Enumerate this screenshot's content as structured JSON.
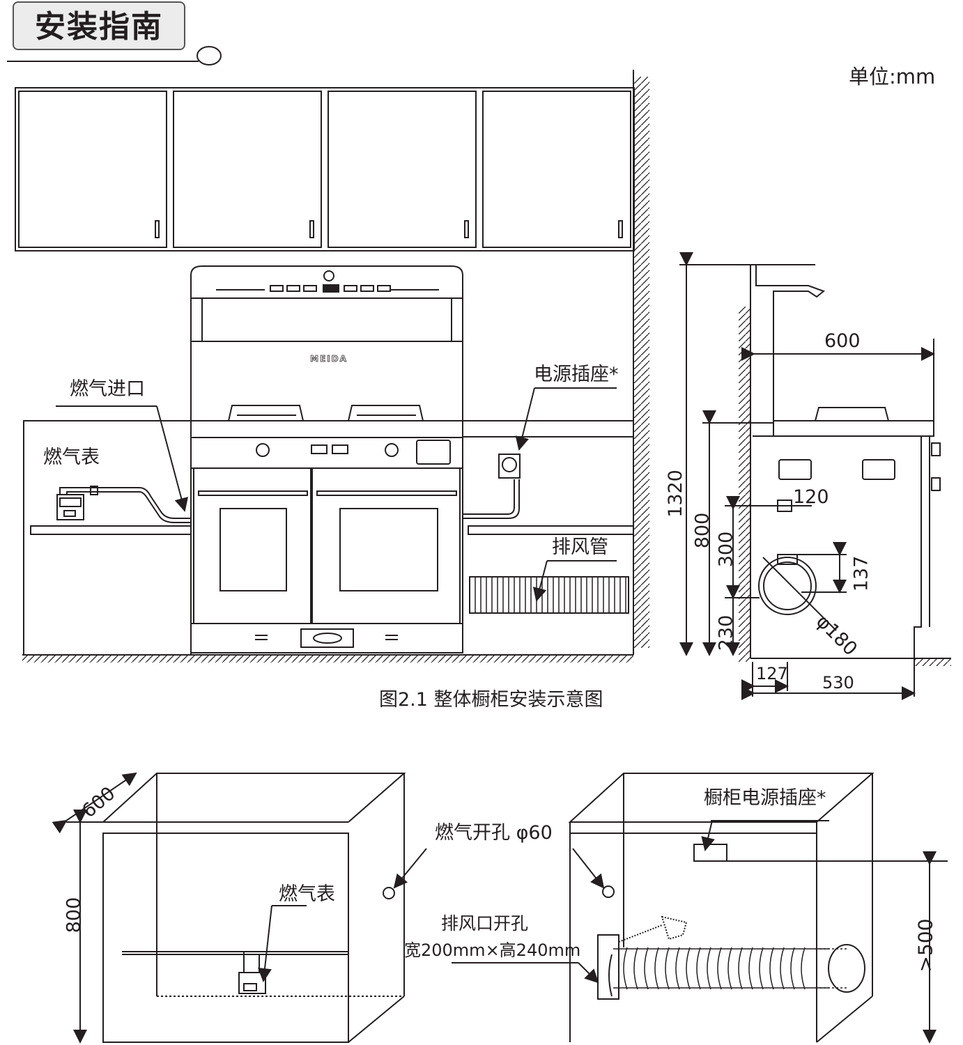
{
  "header": {
    "title": "安装指南",
    "unit": "单位:mm"
  },
  "figure": {
    "caption": "图2.1 整体橱柜安装示意图"
  },
  "front_view": {
    "labels": {
      "gas_inlet": "燃气进口",
      "gas_meter": "燃气表",
      "power_socket": "电源插座*",
      "exhaust_pipe": "排风管",
      "brand": "MEIDA"
    }
  },
  "side_view": {
    "dims": {
      "total_height": "1320",
      "depth": "600",
      "counter_height": "800",
      "socket_size": "120",
      "outlet_height": "300",
      "outlet_offset": "137",
      "duct_diameter": "φ180",
      "base_height": "230",
      "duct_offset": "127",
      "cabinet_depth": "530"
    }
  },
  "bottom_view": {
    "labels": {
      "depth": "600",
      "height": "800",
      "gas_meter": "燃气表",
      "gas_hole": "燃气开孔 φ60",
      "exhaust_title": "排风口开孔",
      "exhaust_size": "宽200mm×高240mm",
      "cabinet_socket": "橱柜电源插座*",
      "min_height": ">500"
    }
  }
}
